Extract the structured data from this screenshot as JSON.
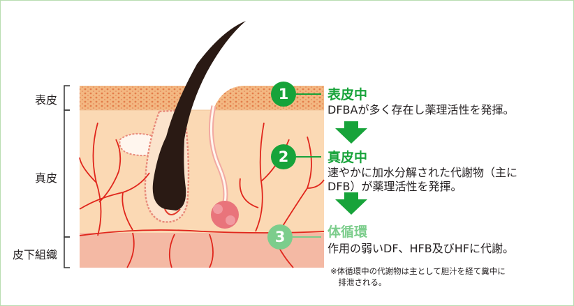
{
  "layers": {
    "epidermis": "表皮",
    "dermis": "真皮",
    "subcutis": "皮下組織"
  },
  "steps": [
    {
      "number": "1",
      "title": "表皮中",
      "description": [
        "DFBAが多く存在し薬理活性を発揮。"
      ]
    },
    {
      "number": "2",
      "title": "真皮中",
      "description": [
        "速やかに加水分解された代謝物（主に",
        "DFB）が薬理活性を発揮。"
      ]
    },
    {
      "number": "3",
      "title": "体循環",
      "description": [
        "作用の弱いDF、HFB及びHFに代謝。"
      ]
    }
  ],
  "footnote": [
    "※体循環中の代謝物は主として胆汁を経て糞中に",
    "　排泄される。"
  ],
  "colors": {
    "accent_dark": "#17a33a",
    "accent_light": "#7ccd8c",
    "frame": "#b8dcb0",
    "epidermis": "#f3b882",
    "dermis": "#fbd9b4",
    "subcutis": "#f4b9a4",
    "vessel": "#e0261c"
  }
}
